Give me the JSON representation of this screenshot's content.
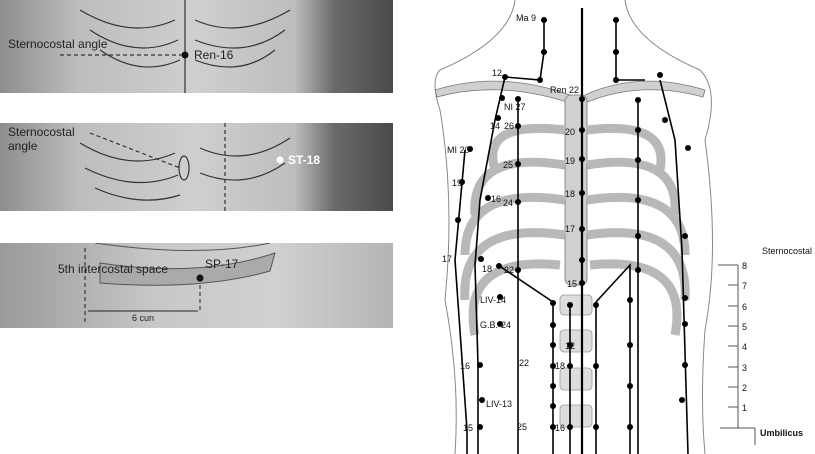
{
  "panel1": {
    "angle_label": "Sternocostal angle",
    "point": "Ren-16"
  },
  "panel2": {
    "angle_label": "Sternocostal angle",
    "point": "ST-18"
  },
  "panel3": {
    "space_label": "5th intercostal space",
    "point": "SP-17",
    "distance": "6 cun"
  },
  "diagram": {
    "labels": {
      "ma9": "Ma 9",
      "p12": "12",
      "ren22": "Ren 22",
      "ni27": "NI 27",
      "p14": "14",
      "p26": "26",
      "p20c": "20",
      "mi20": "MI 20",
      "p25": "25",
      "p19c": "19",
      "p19": "19",
      "p16": "16",
      "p24": "24",
      "p18c": "18",
      "p17c": "17",
      "p17": "17",
      "p18": "18",
      "p22": "22",
      "p15c": "15",
      "liv14": "LIV-14",
      "gb24": "G.B.-24",
      "p12c": "12",
      "p16l": "16",
      "p22b": "22",
      "p18b": "18",
      "liv13": "LIV-13",
      "p15": "15",
      "p25b": "25",
      "p16b": "16"
    },
    "scale": {
      "title": "Sternocostal angle",
      "ticks": [
        "8",
        "7",
        "6",
        "5",
        "4",
        "3",
        "2",
        "1"
      ],
      "bottom": "Umbilicus"
    }
  }
}
